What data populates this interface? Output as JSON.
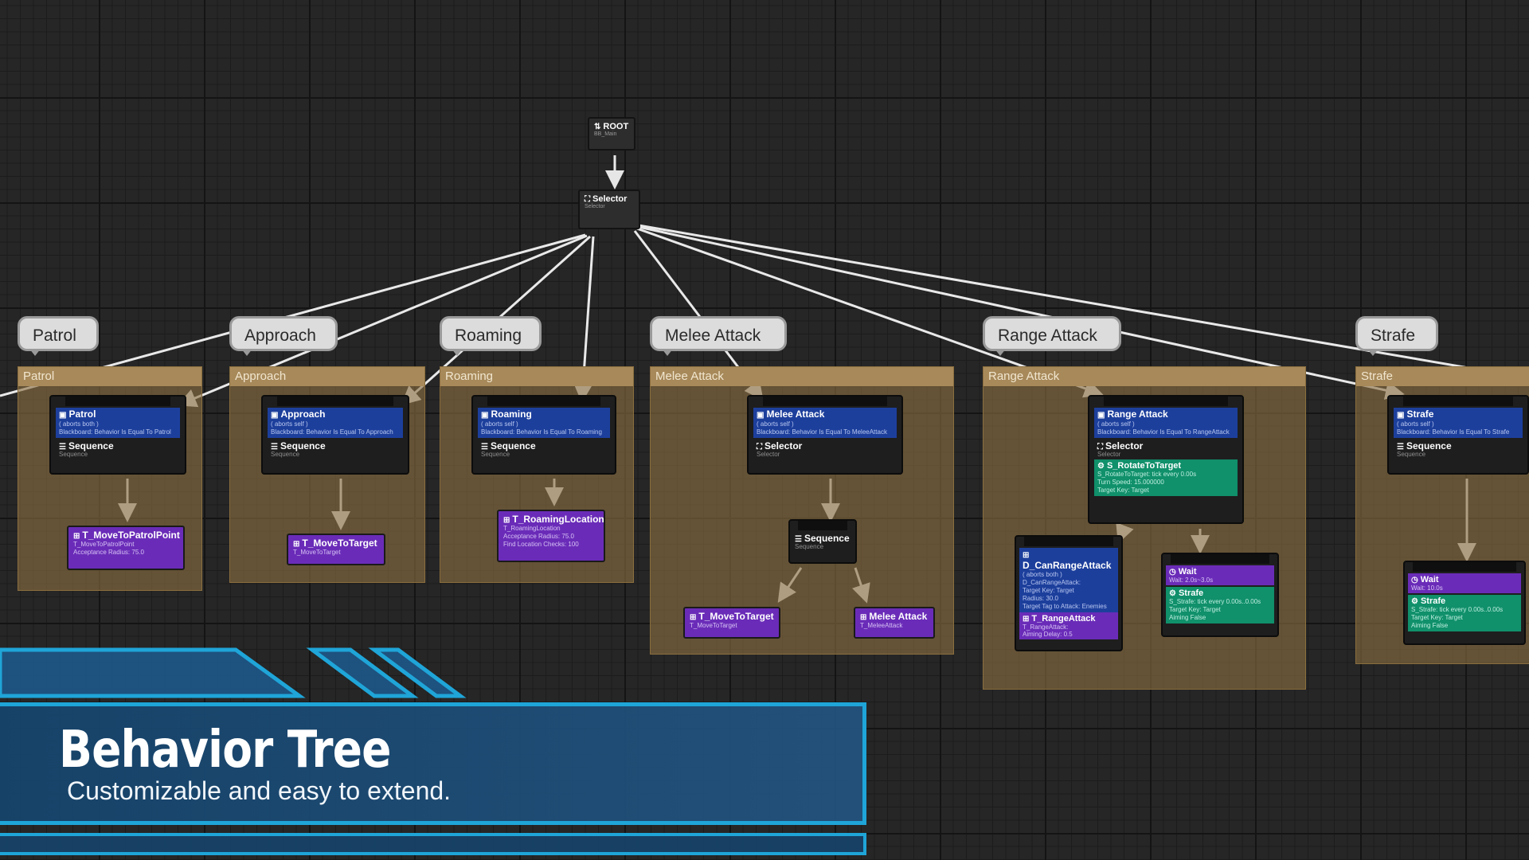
{
  "root": {
    "label": "ROOT",
    "sub": "BB_Main"
  },
  "selector": {
    "label": "Selector",
    "sub": "Selector"
  },
  "comment_bubbles": [
    "Patrol",
    "Approach",
    "Roaming",
    "Melee Attack",
    "Range Attack",
    "Strafe"
  ],
  "groups": [
    {
      "title": "Patrol",
      "deco_title": "Patrol",
      "deco_sub1": "( aborts both )",
      "deco_sub2": "Blackboard: Behavior Is Equal To Patrol",
      "comp": "Sequence",
      "comp_sub": "Sequence",
      "task_title": "T_MoveToPatrolPoint",
      "task_sub1": "T_MoveToPatrolPoint",
      "task_sub2": "Acceptance Radius: 75.0"
    },
    {
      "title": "Approach",
      "deco_title": "Approach",
      "deco_sub1": "( aborts self )",
      "deco_sub2": "Blackboard: Behavior Is Equal To Approach",
      "comp": "Sequence",
      "comp_sub": "Sequence",
      "task_title": "T_MoveToTarget",
      "task_sub1": "T_MoveToTarget"
    },
    {
      "title": "Roaming",
      "deco_title": "Roaming",
      "deco_sub1": "( aborts self )",
      "deco_sub2": "Blackboard: Behavior Is Equal To Roaming",
      "comp": "Sequence",
      "comp_sub": "Sequence",
      "task_title": "T_RoamingLocation",
      "task_sub1": "T_RoamingLocation",
      "task_sub2": "Acceptance Radius: 75.0",
      "task_sub3": "Find Location Checks: 100"
    },
    {
      "title": "Melee Attack",
      "deco_title": "Melee Attack",
      "deco_sub1": "( aborts self )",
      "deco_sub2": "Blackboard: Behavior Is Equal To MeleeAttack",
      "comp": "Selector",
      "comp_sub": "Selector",
      "seq": "Sequence",
      "seq_sub": "Sequence",
      "task1_title": "T_MoveToTarget",
      "task1_sub": "T_MoveToTarget",
      "task2_title": "Melee Attack",
      "task2_sub": "T_MeleeAttack"
    },
    {
      "title": "Range Attack",
      "deco_title": "Range Attack",
      "deco_sub1": "( aborts self )",
      "deco_sub2": "Blackboard: Behavior Is Equal To RangeAttack",
      "comp": "Selector",
      "comp_sub": "Selector",
      "svc_title": "S_RotateToTarget",
      "svc_sub1": "S_RotateToTarget: tick every 0.00s",
      "svc_sub2": "Turn Speed: 15.000000",
      "svc_sub3": "Target Key: Target",
      "d_title": "D_CanRangeAttack",
      "d_sub1": "( aborts both )",
      "d_sub2": "D_CanRangeAttack:",
      "d_sub3": "Target Key: Target",
      "d_sub4": "Radius: 30.0",
      "d_sub5": "Target Tag to Attack: Enemies",
      "t_title": "T_RangeAttack",
      "t_sub1": "T_RangeAttack:",
      "t_sub2": "Aiming Delay: 0.5",
      "wait_title": "Wait",
      "wait_sub": "Wait: 2.0s~3.0s",
      "strafe_title": "Strafe",
      "strafe_sub1": "S_Strafe: tick every 0.00s..0.00s",
      "strafe_sub2": "Target Key: Target",
      "strafe_sub3": "Aiming False"
    },
    {
      "title": "Strafe",
      "deco_title": "Strafe",
      "deco_sub1": "( aborts self )",
      "deco_sub2": "Blackboard: Behavior Is Equal To Strafe",
      "comp": "Sequence",
      "comp_sub": "Sequence",
      "wait_title": "Wait",
      "wait_sub": "Wait: 10.0s",
      "strafe_title": "Strafe",
      "strafe_sub1": "S_Strafe: tick every 0.00s..0.00s",
      "strafe_sub2": "Target Key: Target",
      "strafe_sub3": "Aiming False"
    }
  ],
  "overlay": {
    "title": "Behavior Tree",
    "subtitle": "Customizable and easy to extend."
  },
  "colors": {
    "accent": "#1fa5d8",
    "decorator": "#1d3f9c",
    "task": "#6a2cb8",
    "service": "#10906b",
    "comment": "#a7895a"
  }
}
